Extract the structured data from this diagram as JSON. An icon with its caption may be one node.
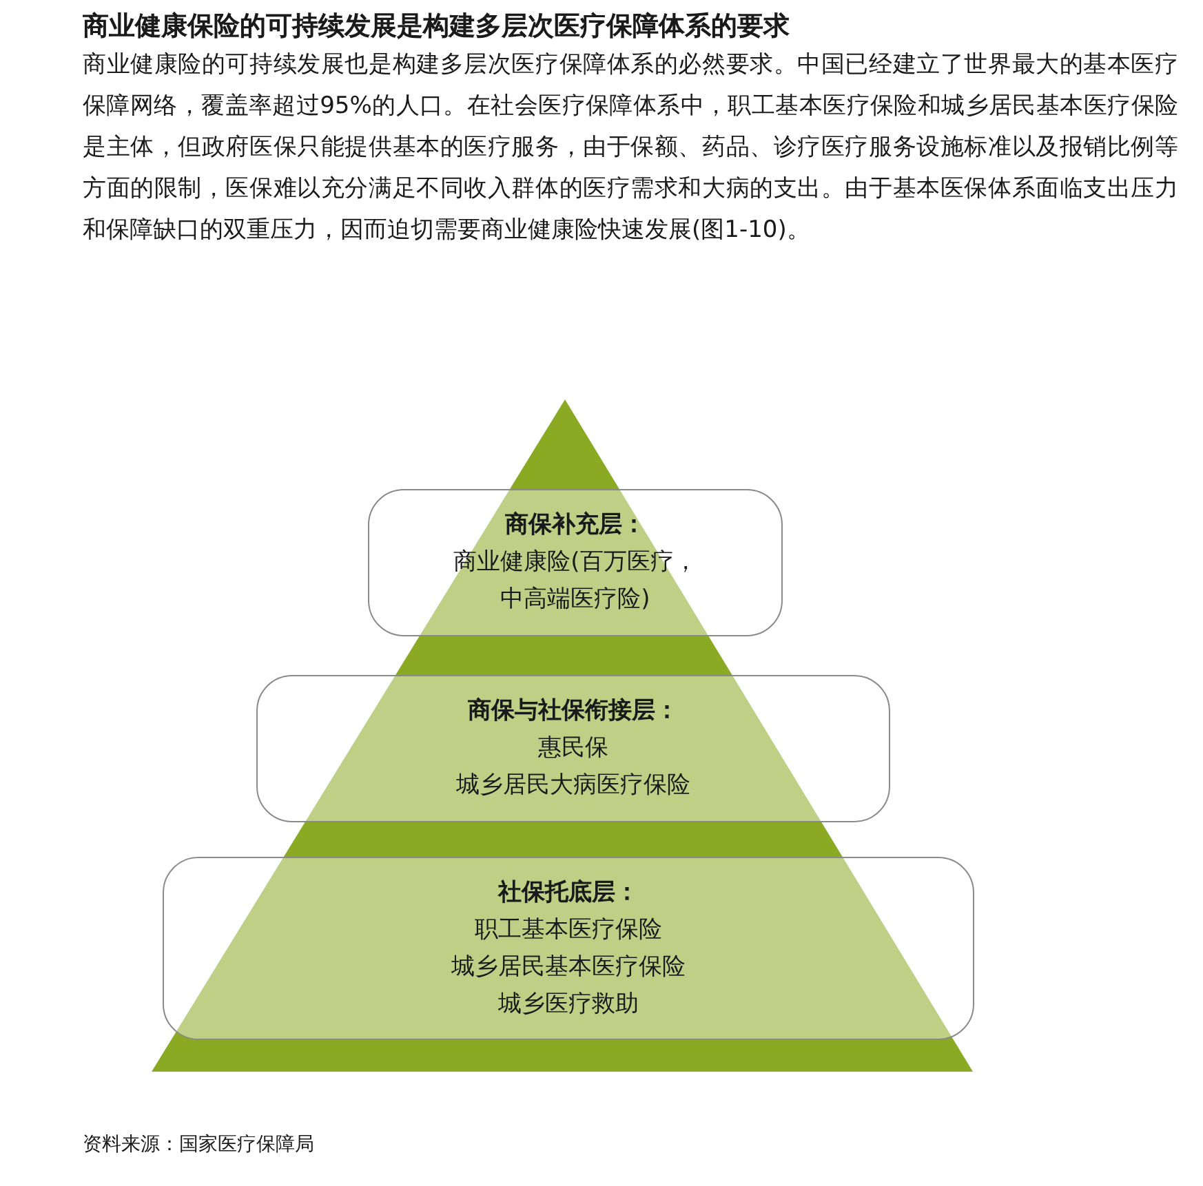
{
  "diagram": {
    "title": "商业健康保险的可持续发展是构建多层次医疗保障体系的要求",
    "nodes": [
      {
        "text": [
          "商保补充层：",
          "商业健康险(百万医疗，中高端医疗险)"
        ]
      },
      {
        "text": [
          "商保与社保衔接层：",
          "惠民保",
          "城乡居民大病医疗保险"
        ]
      },
      {
        "text": [
          "社保托底层：",
          "职工基本医疗保险",
          "城乡居民基本医疗保险",
          "城乡医疗救助"
        ]
      }
    ],
    "edges": [],
    "labels": [
      "商业健康险的可持续发展也是构建多层次医疗保障体系的必然要求。中国已经建立了世界最大的基本医疗保障网络，覆盖率超过95%的人口。在社会医疗保障体系中，职工基本医疗保险和城乡居民基本医疗保险是主体，但政府医保只能提供基本的医疗服务，由于保额、药品、诊疗医疗服务设施标准以及报销比例等方面的限制，医保难以充分满足不同收入群体的医疗需求和大病的支出。由于基本医保体系面临支出压力和保障缺口的双重压力，因而迫切需要商业健康险快速发展(图1-10)。",
      "资料来源：国家医疗保障局"
    ]
  }
}
